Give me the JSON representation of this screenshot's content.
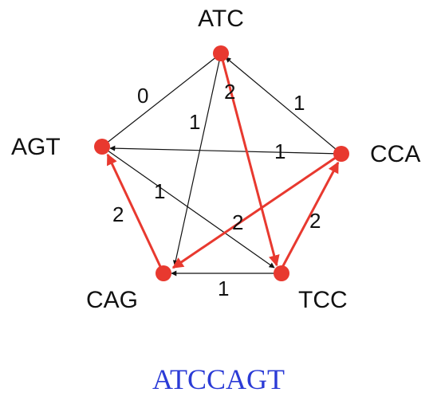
{
  "colors": {
    "path": "#e8392f",
    "edge": "#111111",
    "node": "#e8392f",
    "result": "#2b3bd6"
  },
  "nodes": [
    {
      "id": "ATC",
      "label": "ATC"
    },
    {
      "id": "CCA",
      "label": "CCA"
    },
    {
      "id": "TCC",
      "label": "TCC"
    },
    {
      "id": "CAG",
      "label": "CAG"
    },
    {
      "id": "AGT",
      "label": "AGT"
    }
  ],
  "edges": [
    {
      "from": "ATC",
      "to": "TCC",
      "weight": "2",
      "highlighted": true
    },
    {
      "from": "TCC",
      "to": "CCA",
      "weight": "2",
      "highlighted": true
    },
    {
      "from": "CCA",
      "to": "CAG",
      "weight": "2",
      "highlighted": true
    },
    {
      "from": "CAG",
      "to": "AGT",
      "weight": "2",
      "highlighted": true
    },
    {
      "from": "CCA",
      "to": "ATC",
      "weight": "1",
      "highlighted": false
    },
    {
      "from": "CCA",
      "to": "AGT",
      "weight": "1",
      "highlighted": false
    },
    {
      "from": "TCC",
      "to": "CAG",
      "weight": "1",
      "highlighted": false
    },
    {
      "from": "AGT",
      "to": "TCC",
      "weight": "1",
      "highlighted": false
    },
    {
      "from": "ATC",
      "to": "CAG",
      "weight": "1",
      "highlighted": false
    },
    {
      "from": "ATC",
      "to": "AGT",
      "weight": "0",
      "highlighted": false
    }
  ],
  "result": "ATCCAGT"
}
